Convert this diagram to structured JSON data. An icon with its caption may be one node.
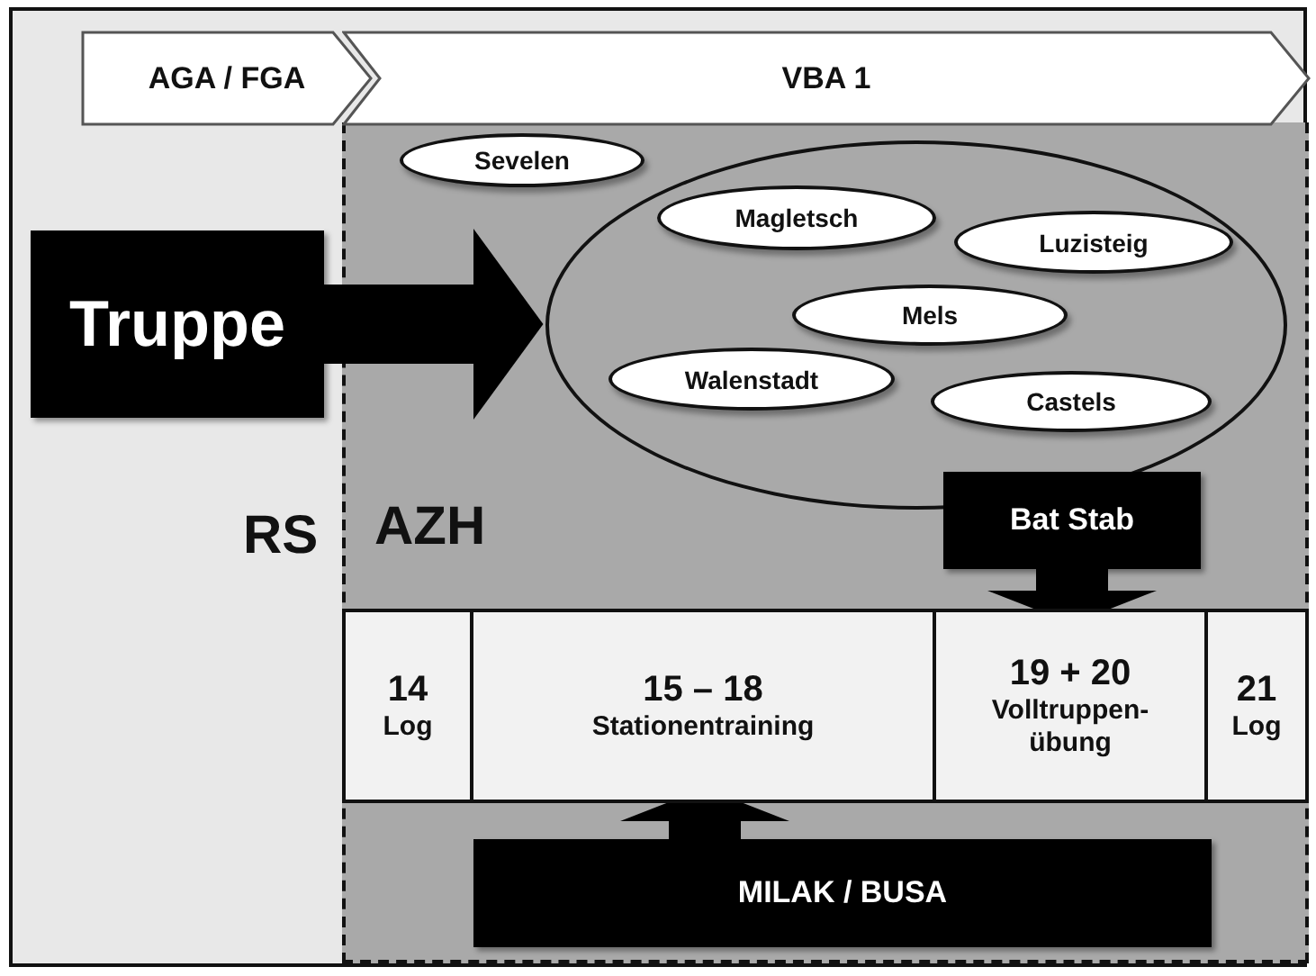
{
  "diagram": {
    "nodes": [
      {
        "text": [
          "AGA / FGA"
        ]
      },
      {
        "text": [
          "VBA 1"
        ]
      },
      {
        "text": [
          "AZH"
        ]
      },
      {
        "text": [
          "Sevelen"
        ],
        "in": 2
      },
      {
        "text": [],
        "shape": "circle",
        "in": 2
      },
      {
        "text": [
          "Magletsch"
        ],
        "in": 4
      },
      {
        "text": [
          "Luzisteig"
        ],
        "in": 4
      },
      {
        "text": [
          "Mels"
        ],
        "in": 4
      },
      {
        "text": [
          "Walenstadt"
        ],
        "in": 4
      },
      {
        "text": [
          "Castels"
        ],
        "in": 4
      },
      {
        "text": [
          "Truppe"
        ]
      },
      {
        "text": [
          "Bat Stab"
        ],
        "in": 2
      },
      {
        "text": [
          "14",
          "Log"
        ],
        "in": 2
      },
      {
        "text": [
          "15 – 18",
          "Stationentraining"
        ],
        "in": 2
      },
      {
        "text": [
          "19 + 20",
          "Volltruppen- übung"
        ],
        "in": 2
      },
      {
        "text": [
          "21",
          "Log"
        ],
        "in": 2
      },
      {
        "text": [
          "MILAK / BUSA"
        ],
        "in": 2
      }
    ],
    "edges": [
      {
        "from": 10,
        "to": 4,
        "arrow": "to"
      },
      {
        "from": 11,
        "to": 14,
        "arrow": "to"
      },
      {
        "from": 16,
        "to": 13,
        "arrow": "to"
      }
    ],
    "labels": [
      "RS"
    ]
  }
}
